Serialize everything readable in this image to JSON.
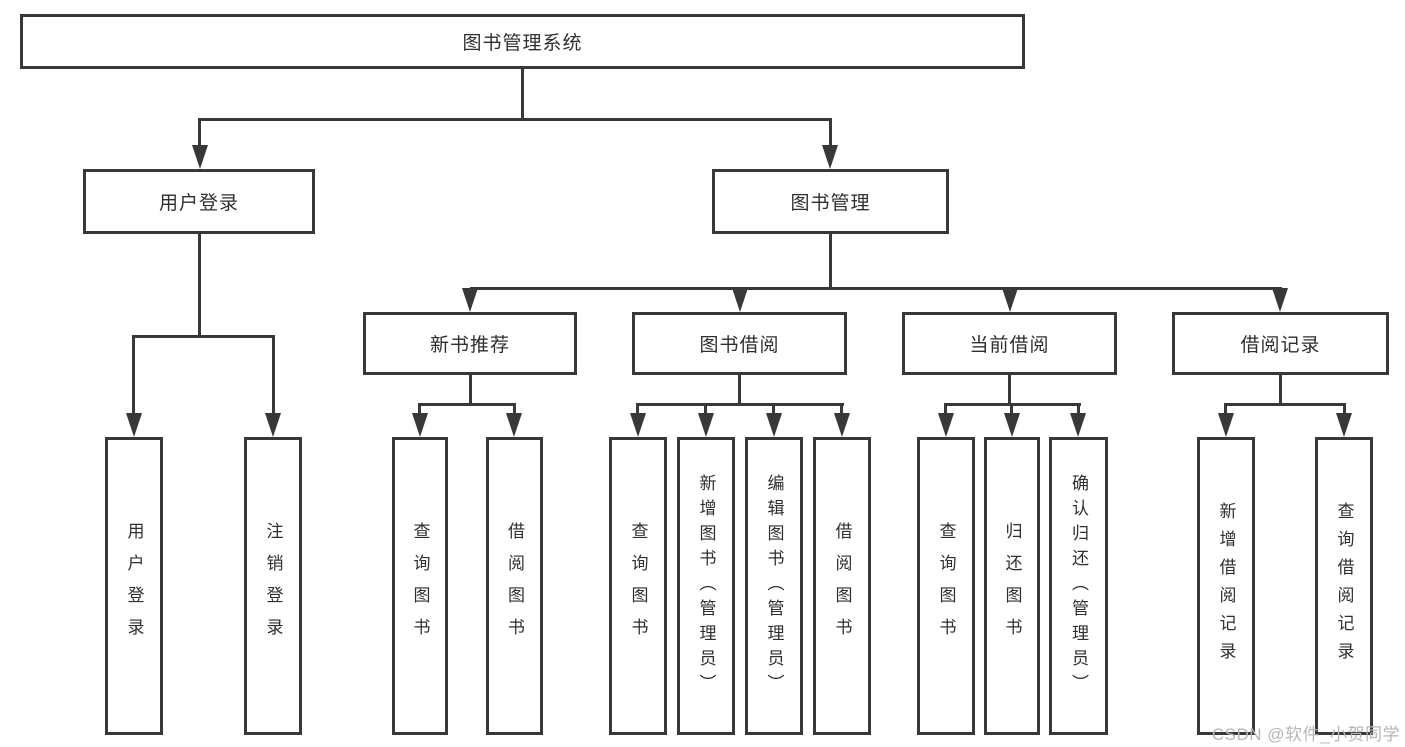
{
  "tree": {
    "root": "图书管理系统",
    "children": [
      {
        "label": "用户登录",
        "children": [
          "用户登录",
          "注销登录"
        ]
      },
      {
        "label": "图书管理",
        "children": [
          {
            "label": "新书推荐",
            "children": [
              "查询图书",
              "借阅图书"
            ]
          },
          {
            "label": "图书借阅",
            "children": [
              "查询图书",
              "新增图书（管理员）",
              "编辑图书（管理员）",
              "借阅图书"
            ]
          },
          {
            "label": "当前借阅",
            "children": [
              "查询图书",
              "归还图书",
              "确认归还（管理员）"
            ]
          },
          {
            "label": "借阅记录",
            "children": [
              "新增借阅记录",
              "查询借阅记录"
            ]
          }
        ]
      }
    ]
  },
  "watermark": "CSDN @软件_小贺同学",
  "colors": {
    "line": "#383838",
    "text": "#2f2f2f",
    "watermark": "#b6b6b6",
    "background": "#ffffff"
  }
}
